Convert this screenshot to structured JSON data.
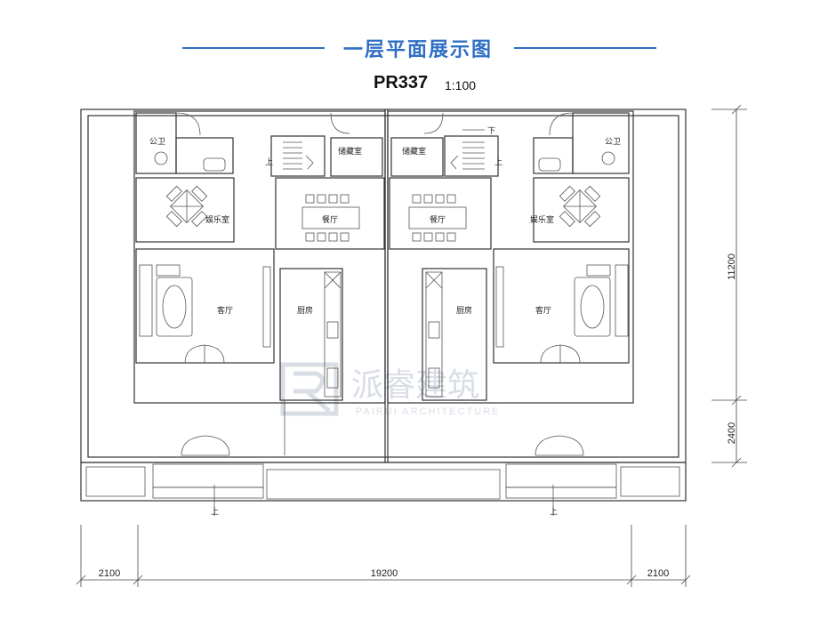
{
  "header": {
    "title": "一层平面展示图",
    "plan_code": "PR337",
    "scale": "1:100"
  },
  "rooms": {
    "public_wc": "公卫",
    "storage": "储藏室",
    "entertainment": "娱乐室",
    "dining": "餐厅",
    "living": "客厅",
    "kitchen": "厨房",
    "up": "上",
    "down": "下"
  },
  "dimensions": {
    "right_upper": "11200",
    "right_lower": "2400",
    "bottom_left": "2100",
    "bottom_middle": "19200",
    "bottom_right": "2100"
  },
  "watermark": {
    "name": "派睿建筑",
    "sub": "PAIRUI ARCHITECTURE"
  },
  "colors": {
    "accent": "#2f6fc4",
    "wall": "#333333"
  }
}
